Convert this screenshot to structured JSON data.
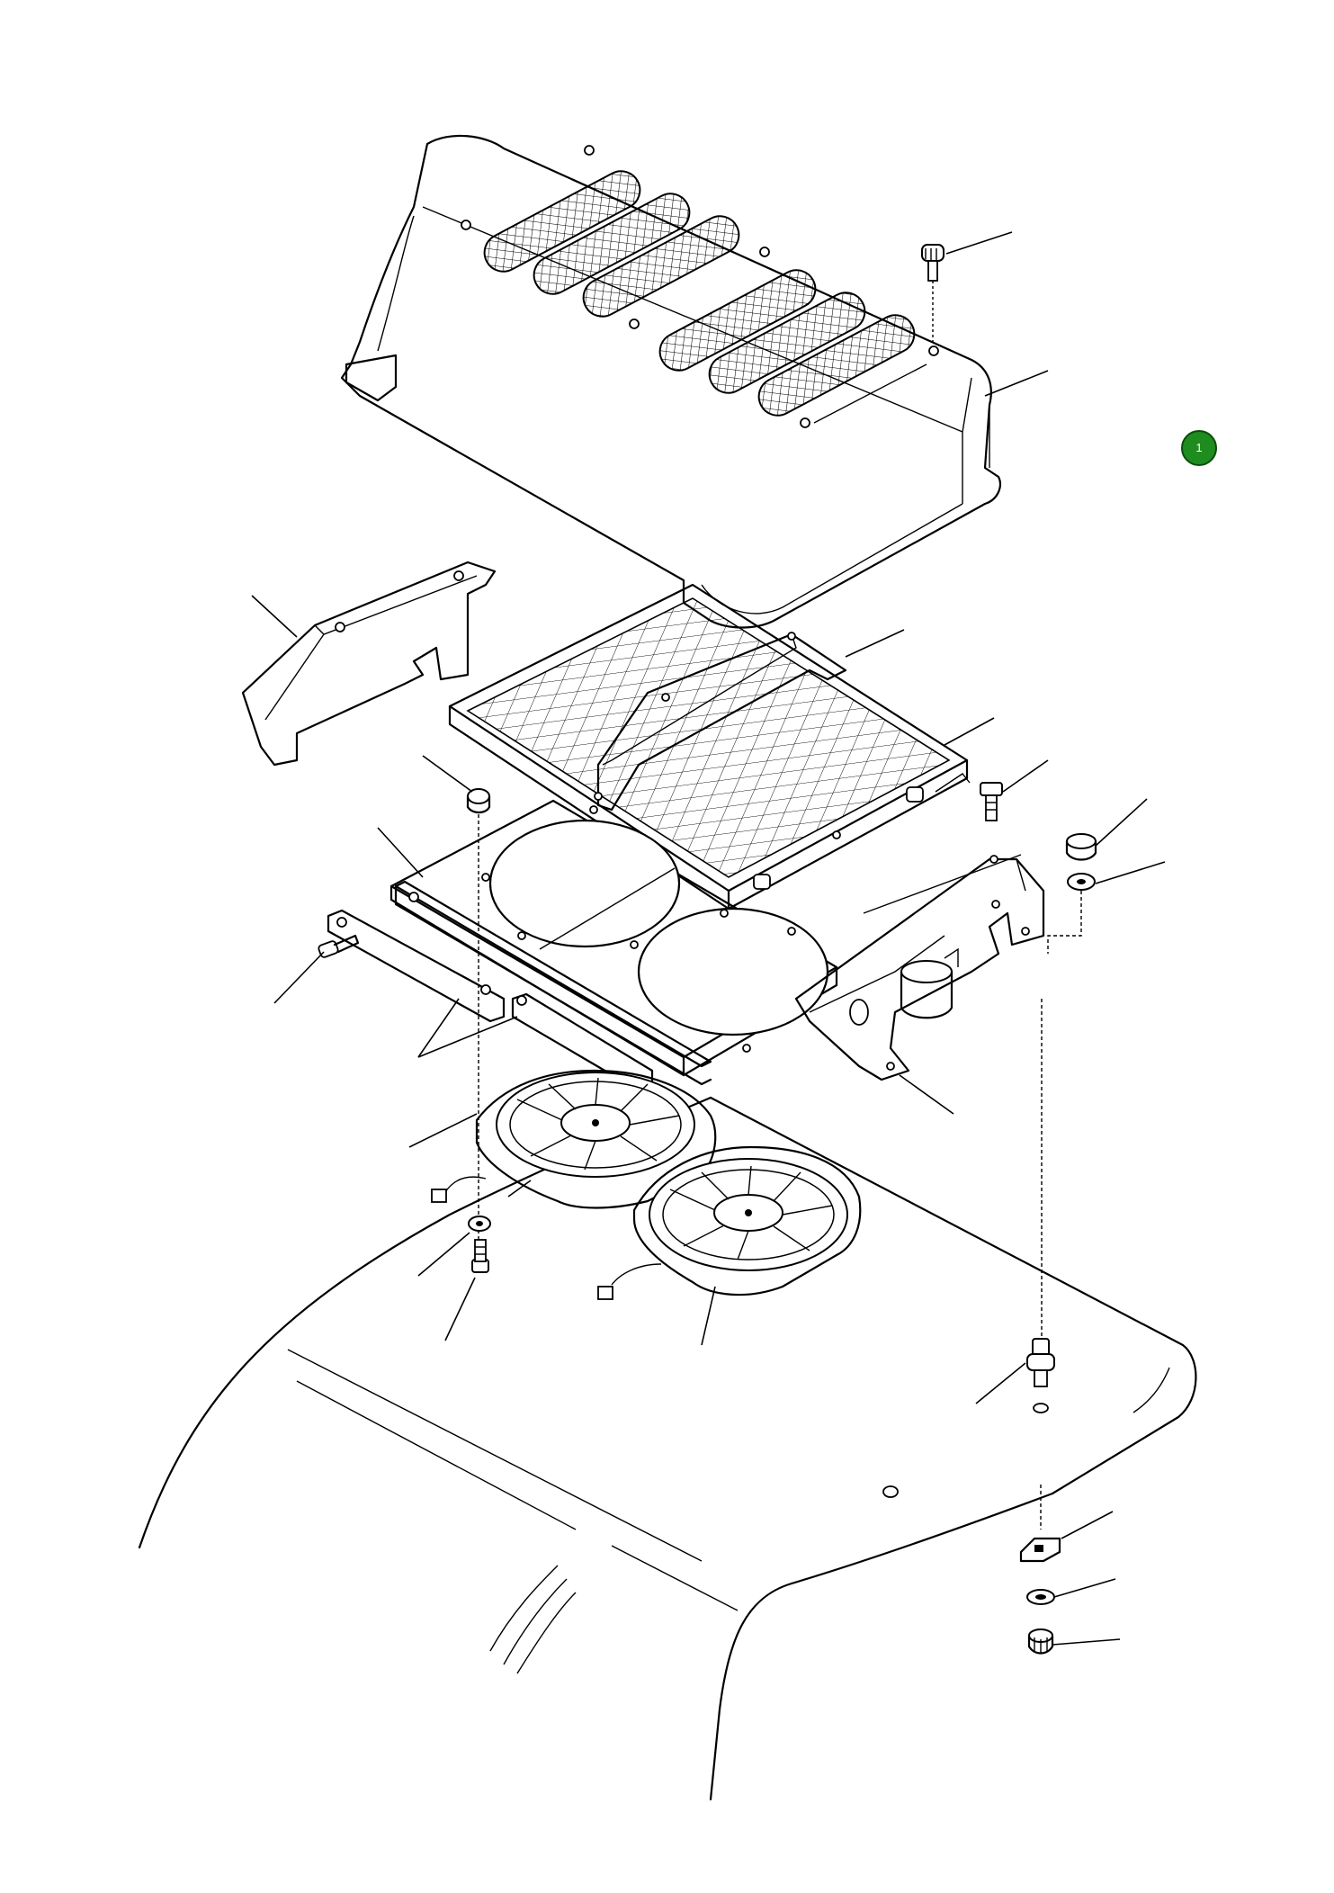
{
  "badge": {
    "label": "1",
    "color": "#1e8c1e"
  },
  "parts": [
    "cover-screw",
    "upper-cover",
    "left-bracket",
    "top-clamp-bracket",
    "condenser",
    "right-bolt",
    "upper-right-nut",
    "upper-right-washer",
    "upper-left-nut",
    "fan-frame",
    "side-screw",
    "mounting-strips",
    "right-bracket",
    "fan-left",
    "lower-washer",
    "lower-bolt",
    "fan-right",
    "stud",
    "lower-clip",
    "lower-washer-2",
    "lower-nut"
  ]
}
